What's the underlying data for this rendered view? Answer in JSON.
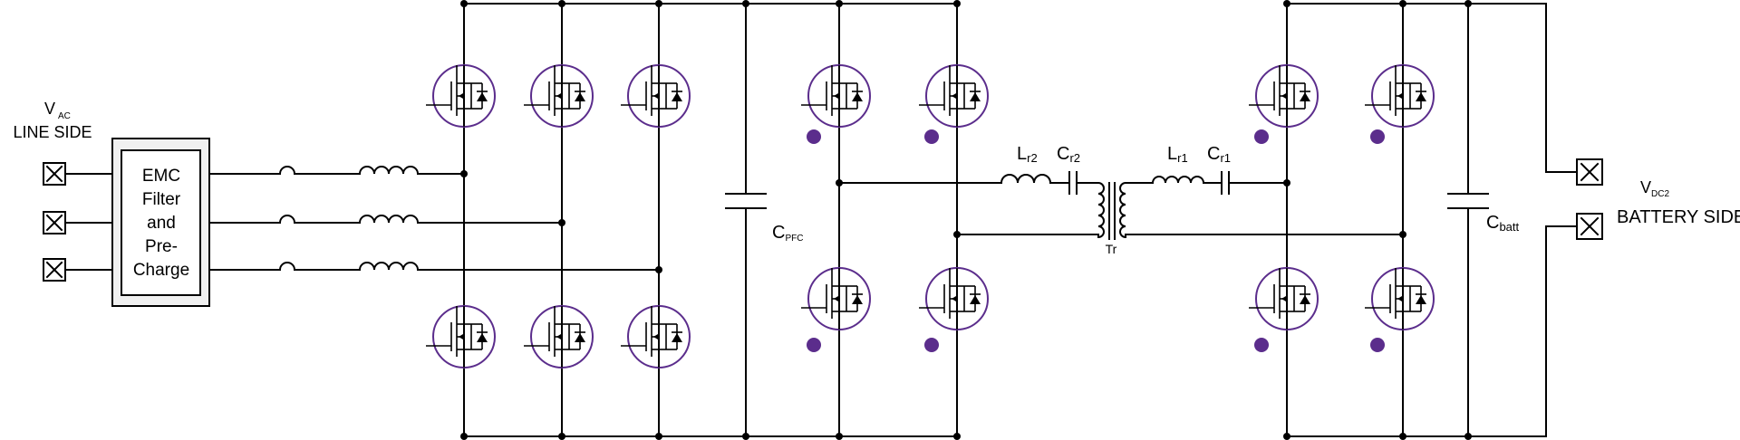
{
  "line_side": {
    "v_main": "V",
    "v_sub": "AC",
    "label": "LINE SIDE"
  },
  "emc_box": {
    "lines": [
      "EMC",
      "Filter",
      "and",
      "Pre-",
      "Charge"
    ]
  },
  "pfc_cap": {
    "main": "C",
    "sub": "PFC"
  },
  "resonant": {
    "lr2_main": "L",
    "lr2_sub": "r2",
    "cr2_main": "C",
    "cr2_sub": "r2",
    "lr1_main": "L",
    "lr1_sub": "r1",
    "cr1_main": "C",
    "cr1_sub": "r1",
    "transformer": "Tr"
  },
  "batt_cap": {
    "main": "C",
    "sub": "batt"
  },
  "battery_side": {
    "v_main": "V",
    "v_sub": "DC2",
    "label": "BATTERY SIDE"
  },
  "colors": {
    "wire": "#000000",
    "switch": "#5b2d8c",
    "dot": "#5b2d8c",
    "box_fill": "#f0f0f0"
  }
}
